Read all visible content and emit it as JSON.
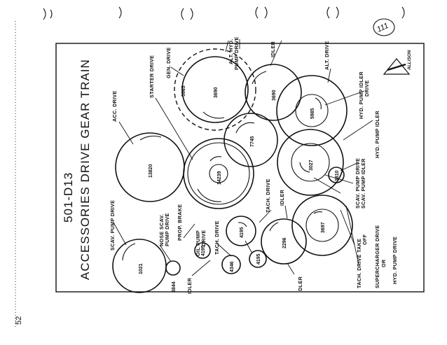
{
  "page_number": "52",
  "sheet_number": "111",
  "title_line1": "501-D13",
  "title_line2": "ACCESSORIES DRIVE GEAR TRAIN",
  "brand": "ALLISON",
  "gears": [
    {
      "id": "scav-pump-1021",
      "value": "1021"
    },
    {
      "id": "idler-3844",
      "value": "3844"
    },
    {
      "id": "acc-drive-13820",
      "value": "13820"
    },
    {
      "id": "prop-brake-14239",
      "value": "14239"
    },
    {
      "id": "oil-pump-4195",
      "value": "4195"
    },
    {
      "id": "tach-idler-4346",
      "value": "4346"
    },
    {
      "id": "tach-drive-4195a",
      "value": "4195"
    },
    {
      "id": "tach-drive-4195b",
      "value": "4195"
    },
    {
      "id": "idler-2296",
      "value": "2296"
    },
    {
      "id": "center-7745",
      "value": "7745"
    },
    {
      "id": "starter-3690",
      "value": "3690"
    },
    {
      "id": "gen-5965",
      "value": "5965"
    },
    {
      "id": "idler-3690",
      "value": "3690"
    },
    {
      "id": "alt-5985",
      "value": "5985"
    },
    {
      "id": "scav-3027",
      "value": "3027"
    },
    {
      "id": "small-3810",
      "value": "3810"
    },
    {
      "id": "tach-take-off-3697",
      "value": "3697"
    }
  ],
  "labels": {
    "scav_pump_drive": "SCAV. PUMP DRIVE",
    "nose_scav": "NOSE SCAV.",
    "pump_drive": "PUMP DRIVE",
    "prop_brake": "PROP. BRAKE",
    "idler_left": "IDLER",
    "oil_pump": "OIL PUMP",
    "drive": "DRIVE",
    "tach_drive_mid": "TACH. DRIVE",
    "tach_drive_upper": "TACH. DRIVE",
    "idler_mid": "IDLER",
    "idler_bottom": "IDLER",
    "acc_drive": "ACC. DRIVE",
    "starter_drive": "STARTER DRIVE",
    "gen_drive": "GEN. DRIVE",
    "alt_hyd": "ALT. HYD.",
    "pump_drive_top": "PUMP DRIVE",
    "idler_top": "IDLER",
    "alt_drive": "ALT. DRIVE",
    "hyd_pump_idler_drive_1": "HYD. PUMP IDLER",
    "hyd_pump_idler_drive_2": "DRIVE",
    "hyd_pump_idler": "HYD. PUMP IDLER",
    "scav_pump_drive_right": "SCAV. PUMP DRIVE",
    "scav_pump_idler": "SCAV. PUMP IDLER",
    "tach_drive_take": "TACH. DRIVE  TAKE",
    "off": "OFF",
    "supercharger_drive": "SUPERCHARGER  DRIVE",
    "or": "OR",
    "hyd_pump_drive": "HYD. PUMP DRIVE"
  }
}
